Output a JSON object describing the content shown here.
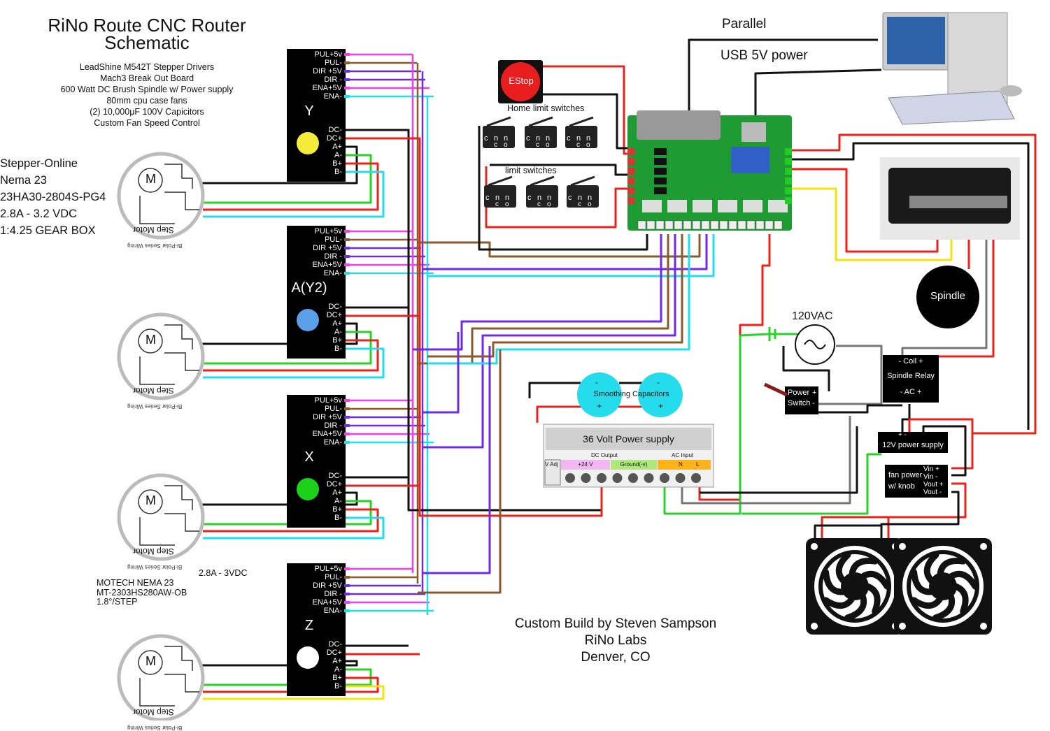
{
  "title": [
    "RiNo Route CNC Router",
    "Schematic"
  ],
  "specs": [
    "LeadShine M542T Stepper Drivers",
    "Mach3 Break Out Board",
    "600 Watt DC Brush Spindle w/ Power supply",
    "80mm cpu case fans",
    "(2) 10,000μF 100V Capicitors",
    "Custom Fan Speed Control"
  ],
  "motor_info": [
    "Stepper-Online",
    "Nema 23",
    "23HA30-2804S-PG4",
    "2.8A - 3.2 VDC",
    "1:4.25 GEAR BOX"
  ],
  "motech": [
    "MOTECH NEMA 23",
    "MT-2303HS280AW-OB",
    "1.8°/STEP"
  ],
  "motech_rating": "2.8A - 3VDC",
  "drivers": [
    {
      "name": "Y",
      "dot_color": "#f5ec3a",
      "top_pins": [
        "PUL+5v",
        "PUL-",
        "DIR +5V",
        "DIR -",
        "ENA+5V",
        "ENA-"
      ],
      "bottom_pins": [
        "DC-",
        "DC+",
        "A+",
        "A-",
        "B+",
        "B-"
      ]
    },
    {
      "name": "A(Y2)",
      "dot_color": "#5b9fe8",
      "top_pins": [
        "PUL+5v",
        "PUL-",
        "DIR +5V",
        "DIR -",
        "ENA+5V",
        "ENA-"
      ],
      "bottom_pins": [
        "DC-",
        "DC+",
        "A+",
        "A-",
        "B+",
        "B-"
      ]
    },
    {
      "name": "X",
      "dot_color": "#1bd21b",
      "top_pins": [
        "PUL+5v",
        "PUL-",
        "DIR +5V",
        "DIR -",
        "ENA+5V",
        "ENA-"
      ],
      "bottom_pins": [
        "DC-",
        "DC+",
        "A+",
        "A-",
        "B+",
        "B-"
      ]
    },
    {
      "name": "Z",
      "dot_color": "#ffffff",
      "top_pins": [
        "PUL+5v",
        "PUL-",
        "DIR +5V",
        "DIR -",
        "ENA+5V",
        "ENA-"
      ],
      "bottom_pins": [
        "DC-",
        "DC+",
        "A+",
        "A-",
        "B+",
        "B-"
      ]
    }
  ],
  "motor_symbol": {
    "letter": "M",
    "label": "Step Motor",
    "sublabel": "Bi-Polar Series Wiring"
  },
  "estop": "EStop",
  "home_limit_label": "Home limit switches",
  "limit_label": "limit switches",
  "switch_pins": [
    "c",
    "n",
    "n"
  ],
  "switch_pins_sub": [
    "c",
    "o"
  ],
  "parallel_label": "Parallel",
  "usb_label": "USB 5V power",
  "ac_label": "120VAC",
  "spindle_label": "Spindle",
  "spindle_relay": {
    "coil": "-  Coil  +",
    "name": "Spindle Relay",
    "ac": "-  AC  +"
  },
  "power_switch": {
    "line1": "Power",
    "line2": "Switch",
    "plus": "+",
    "minus": "-"
  },
  "psu12": {
    "label": "12V power supply",
    "pins": "+      -"
  },
  "fan_ctrl": {
    "label1": "fan power",
    "label2": "w/ knob",
    "pins": [
      "Vin +",
      "Vin -",
      "Vout +",
      "Vout -"
    ]
  },
  "capacitors": {
    "label": "Smoothing Capacitors",
    "minus": "-",
    "plus": "+"
  },
  "psu36": {
    "title": "36 Volt Power supply",
    "dc_output": "DC Output",
    "ac_input": "AC Input",
    "vadj": "V Adj",
    "v24": "+24 V",
    "ground": "Ground(-v)",
    "n": "N",
    "l": "L"
  },
  "credit": [
    "Custom Build by Steven Sampson",
    "RiNo Labs",
    "Denver, CO"
  ],
  "wire_colors": {
    "pink": "#f53cf0",
    "brown": "#8b5a2b",
    "purple": "#6f2be0",
    "cyan": "#25dcec",
    "red": "#e8231c",
    "black": "#111111",
    "green": "#27d426",
    "yellow": "#f5e30f",
    "gray": "#777777"
  }
}
